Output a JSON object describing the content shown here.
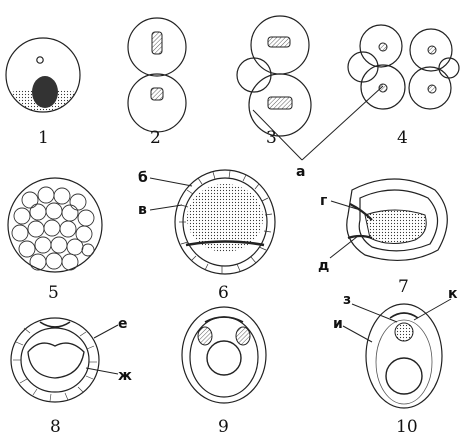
{
  "stage_numbers": [
    "1",
    "2",
    "3",
    "4",
    "5",
    "6",
    "7",
    "8",
    "9",
    "10"
  ],
  "labels": {
    "a": "а",
    "b": "б",
    "v": "в",
    "g": "г",
    "d": "д",
    "e": "е",
    "zh": "ж",
    "z": "з",
    "i": "и",
    "k": "к"
  }
}
